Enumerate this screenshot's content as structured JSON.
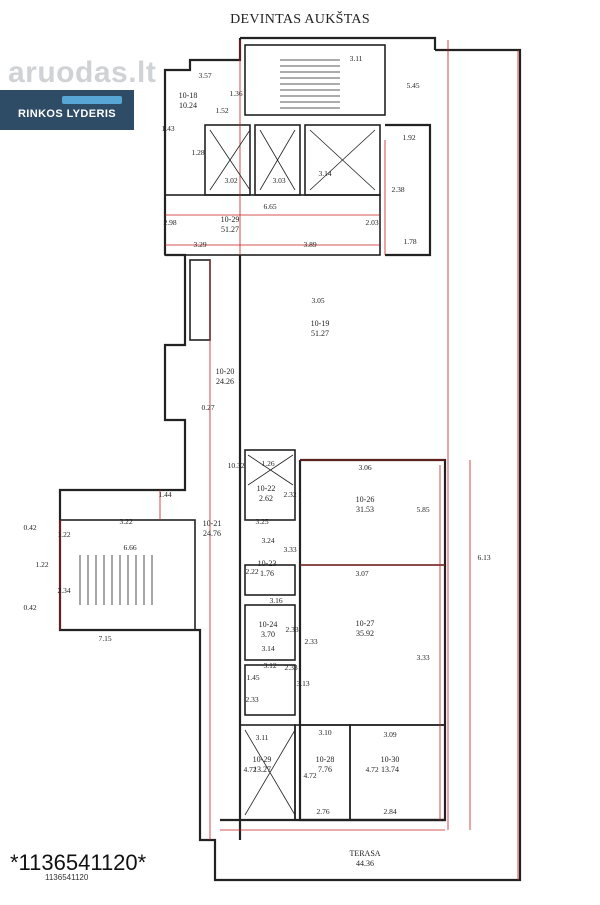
{
  "header": {
    "title": "DEVINTAS AUKŠTAS"
  },
  "watermark": {
    "text": "aruodas.lt"
  },
  "banner": {
    "text": "RINKOS LYDERIS"
  },
  "barcode": {
    "main": "*1136541120*",
    "small": "1136541120"
  },
  "colors": {
    "wall": "#222222",
    "dim": "#c81e1e",
    "banner": "#2f4c66"
  },
  "rooms": [
    {
      "id": "10-18",
      "area": "10.24"
    },
    {
      "id": "10-29",
      "area": "51.27"
    },
    {
      "id": "10-19",
      "area": "51.27"
    },
    {
      "id": "10-20",
      "area": "24.26"
    },
    {
      "id": "10-21",
      "area": "24.76"
    },
    {
      "id": "10-22",
      "area": "2.62"
    },
    {
      "id": "10-23",
      "area": "1.76"
    },
    {
      "id": "10-24",
      "area": "3.70"
    },
    {
      "id": "10-26",
      "area": "31.53"
    },
    {
      "id": "10-27",
      "area": "35.92"
    },
    {
      "id": "10-29",
      "area": "13.27"
    },
    {
      "id": "10-28",
      "area": "7.76"
    },
    {
      "id": "10-30",
      "area": "13.74"
    },
    {
      "id": "TERASA",
      "area": "44.36"
    }
  ],
  "dims": [
    "3.57",
    "1.52",
    "1.36",
    "1.43",
    "1.28",
    "3.11",
    "5.45",
    "3.02",
    "3.03",
    "3.14",
    "6.65",
    "1.92",
    "2.38",
    "2.98",
    "3.29",
    "3.89",
    "2.03",
    "1.78",
    "3.05",
    "0.27",
    "10.32",
    "1.26",
    "3.06",
    "2.32",
    "3.25",
    "3.24",
    "3.33",
    "5.85",
    "1.44",
    "3.22",
    "0.42",
    "1.22",
    "6.66",
    "1.22",
    "2.34",
    "0.42",
    "7.15",
    "2.22",
    "3.16",
    "3.07",
    "2.33",
    "3.14",
    "2.33",
    "3.33",
    "3.12",
    "2.33",
    "3.13",
    "1.45",
    "2.33",
    "3.11",
    "3.10",
    "3.09",
    "4.72",
    "4.72",
    "4.72",
    "2.76",
    "2.84",
    "6.13"
  ]
}
